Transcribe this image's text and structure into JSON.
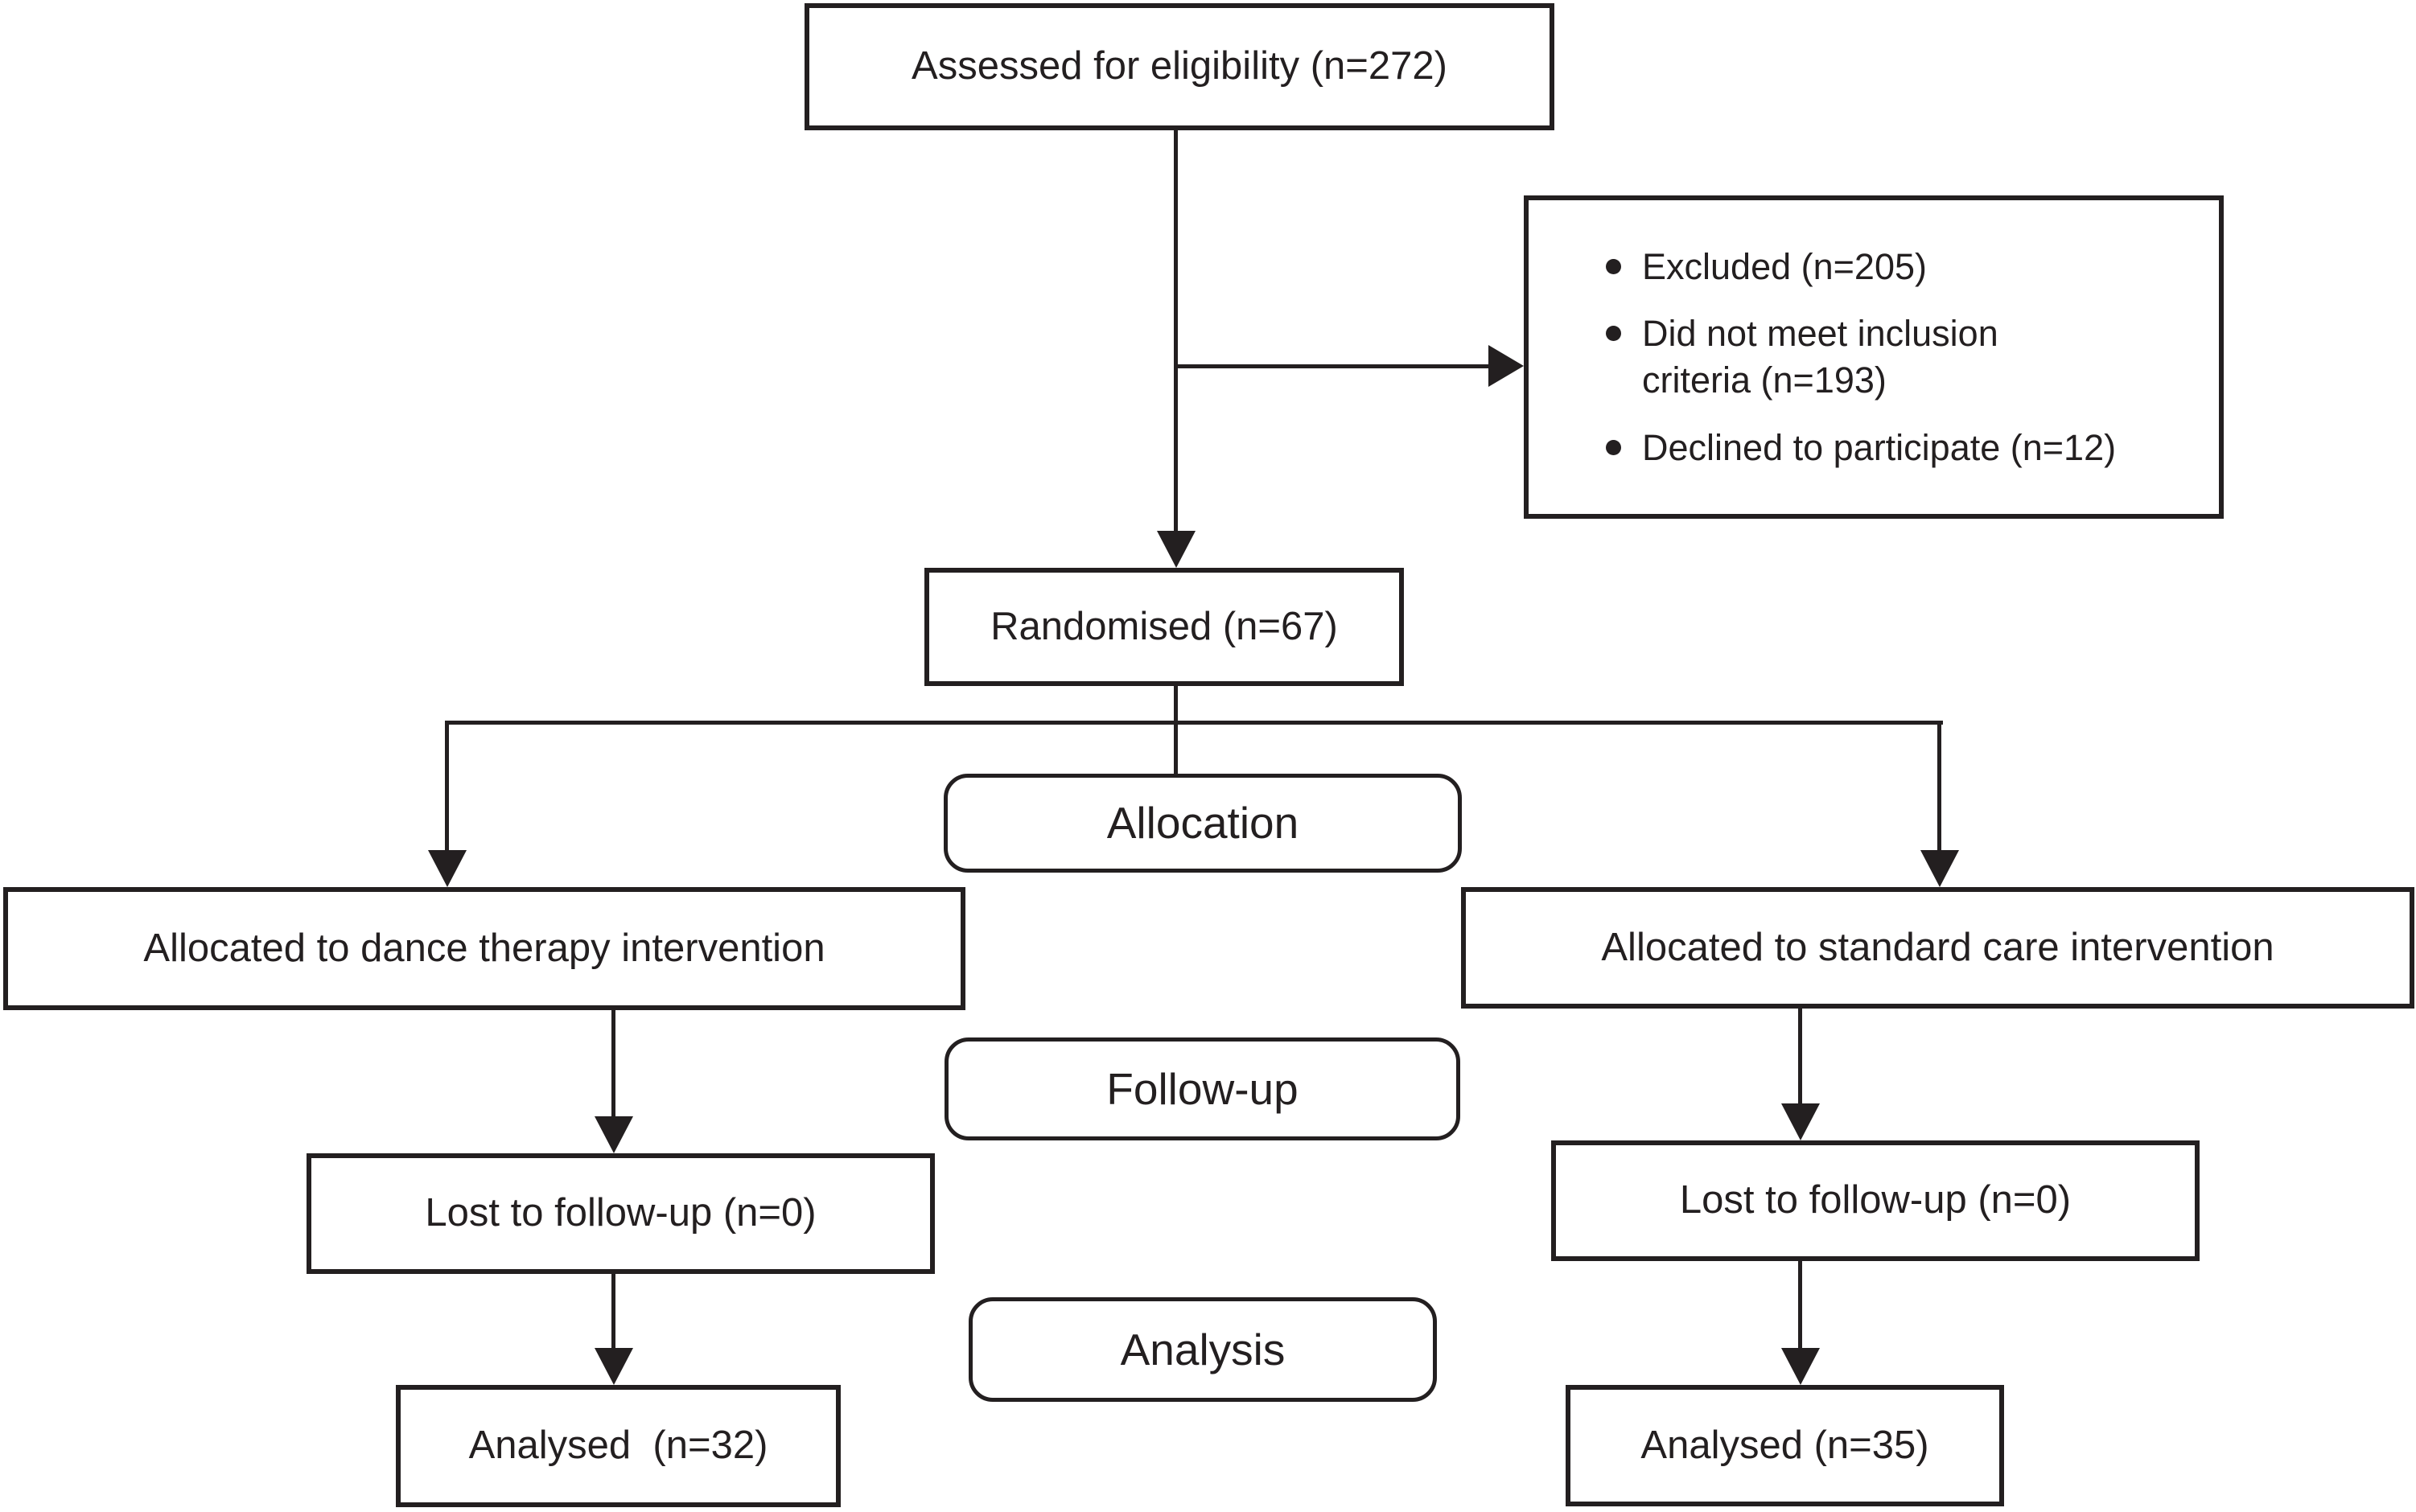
{
  "diagram": {
    "type": "flowchart",
    "kind": "consort-participant-flow",
    "nodes": {
      "assessed": {
        "label": "Assessed for eligibility (n=272)"
      },
      "excluded": {
        "items": [
          "Excluded (n=205)",
          "Did not meet inclusion criteria (n=193)",
          "Declined to participate (n=12)"
        ]
      },
      "randomised": {
        "label": "Randomised (n=67)"
      },
      "allocation": {
        "label": "Allocation"
      },
      "allocated_dance": {
        "label": "Allocated to dance therapy intervention"
      },
      "allocated_standard": {
        "label": "Allocated to standard care intervention"
      },
      "followup": {
        "label": "Follow-up"
      },
      "lost_dance": {
        "label": "Lost to follow-up (n=0)"
      },
      "lost_standard": {
        "label": "Lost to follow-up (n=0)"
      },
      "analysis": {
        "label": "Analysis"
      },
      "analysed_dance": {
        "label": "Analysed  (n=32)"
      },
      "analysed_standard": {
        "label": "Analysed (n=35)"
      }
    },
    "edges": [
      {
        "from": "assessed",
        "to": "excluded",
        "type": "arrow"
      },
      {
        "from": "assessed",
        "to": "randomised",
        "type": "arrow"
      },
      {
        "from": "randomised",
        "to": "allocation",
        "type": "line"
      },
      {
        "from": "randomised",
        "to": "allocated_dance",
        "type": "arrow"
      },
      {
        "from": "randomised",
        "to": "allocated_standard",
        "type": "arrow"
      },
      {
        "from": "allocated_dance",
        "to": "lost_dance",
        "type": "arrow"
      },
      {
        "from": "allocated_standard",
        "to": "lost_standard",
        "type": "arrow"
      },
      {
        "from": "lost_dance",
        "to": "analysed_dance",
        "type": "arrow"
      },
      {
        "from": "lost_standard",
        "to": "analysed_standard",
        "type": "arrow"
      }
    ],
    "colors": {
      "ink": "#231f20",
      "background": "#ffffff",
      "box_fill": "#ffffff"
    }
  }
}
